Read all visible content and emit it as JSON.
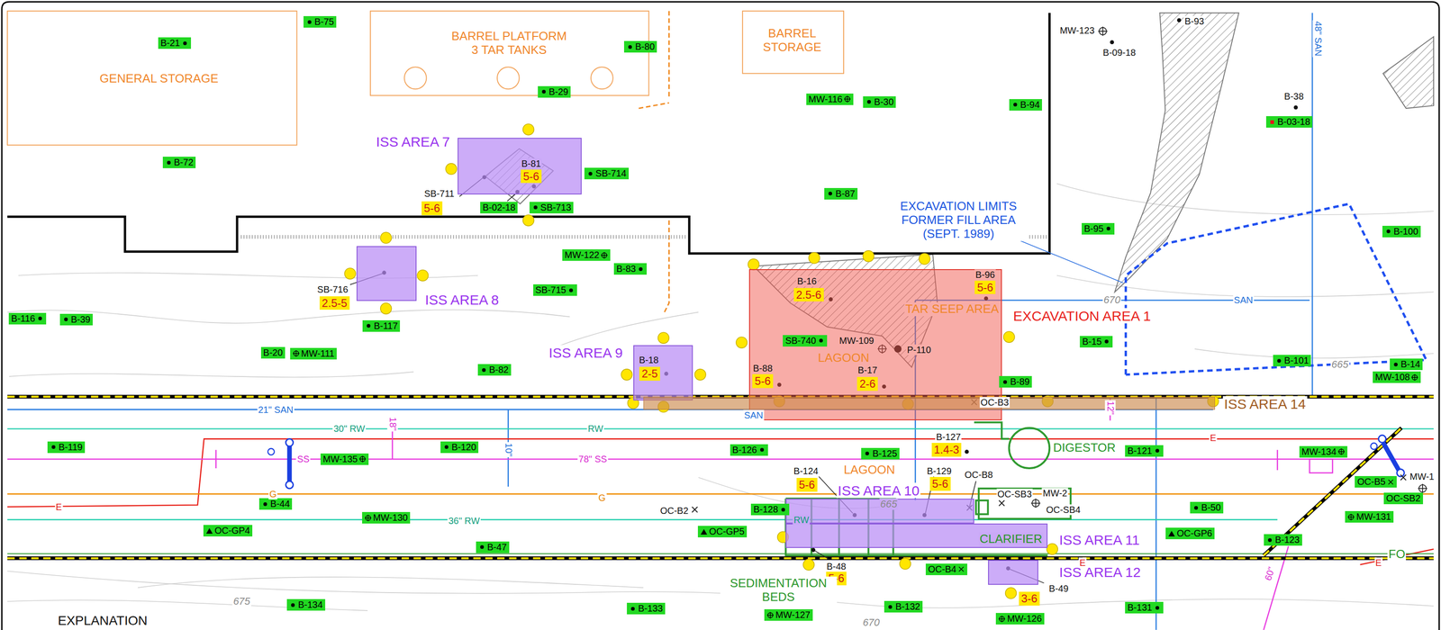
{
  "diagram": {
    "nodes": [
      {
        "text": [
          "B-75"
        ]
      },
      {
        "text": [
          "B-21"
        ]
      },
      {
        "text": [
          "B-80"
        ]
      },
      {
        "text": [
          "B-29"
        ]
      },
      {
        "text": [
          "MW-116"
        ]
      },
      {
        "text": [
          "B-30"
        ]
      },
      {
        "text": [
          "B-94"
        ]
      },
      {
        "text": [
          "B-03-18"
        ]
      },
      {
        "text": [
          "ISS AREA 7"
        ]
      },
      {
        "text": [
          "5-6"
        ],
        "in": 8
      },
      {
        "text": [
          "B-72"
        ]
      },
      {
        "text": [
          "SB-714"
        ]
      },
      {
        "text": [
          "B-87"
        ]
      },
      {
        "text": [
          "5-6"
        ]
      },
      {
        "text": [
          "B-02-18"
        ]
      },
      {
        "text": [
          "SB-713"
        ]
      },
      {
        "text": [
          "B-95"
        ]
      },
      {
        "text": [
          "B-100"
        ]
      },
      {
        "text": [
          "ISS AREA 8"
        ]
      },
      {
        "text": [
          "MW-122"
        ]
      },
      {
        "text": [
          "B-83"
        ]
      },
      {
        "text": [
          "EXCAVATION AREA 1"
        ]
      },
      {
        "text": [
          "2.5-6"
        ],
        "in": 21
      },
      {
        "text": [
          "5-6"
        ],
        "in": 21
      },
      {
        "text": [
          "SB-715"
        ]
      },
      {
        "text": [
          "2.5-5"
        ]
      },
      {
        "text": [
          "B-116"
        ]
      },
      {
        "text": [
          "B-39"
        ]
      },
      {
        "text": [
          "B-117"
        ]
      },
      {
        "text": [
          "SB-740"
        ],
        "in": 21
      },
      {
        "text": [
          "B-15"
        ]
      },
      {
        "text": [
          "ISS AREA 9"
        ]
      },
      {
        "text": [
          "2-5"
        ],
        "in": 31
      },
      {
        "text": [
          "B-20"
        ]
      },
      {
        "text": [
          "MW-111"
        ]
      },
      {
        "text": [
          "B-101"
        ]
      },
      {
        "text": [
          "B-14"
        ]
      },
      {
        "text": [
          "MW-108"
        ]
      },
      {
        "text": [
          "B-82"
        ]
      },
      {
        "text": [
          "5-6"
        ],
        "in": 21
      },
      {
        "text": [
          "2-6"
        ],
        "in": 21
      },
      {
        "text": [
          "B-89"
        ]
      },
      {
        "text": [
          "ISS AREA 14"
        ]
      },
      {
        "text": [
          "B-119"
        ]
      },
      {
        "text": [
          "B-120"
        ]
      },
      {
        "text": [
          "B-126"
        ]
      },
      {
        "text": [
          "MW-135"
        ]
      },
      {
        "text": [
          "1.4-3"
        ]
      },
      {
        "text": [
          "B-125"
        ]
      },
      {
        "text": [
          "B-121"
        ]
      },
      {
        "text": [
          "MW-134"
        ]
      },
      {
        "text": [
          "OC-B5"
        ]
      },
      {
        "text": [
          "ISS AREA 10"
        ]
      },
      {
        "text": [
          "OC-SB2"
        ]
      },
      {
        "text": [
          "B-44"
        ]
      },
      {
        "text": [
          "B-50"
        ]
      },
      {
        "text": [
          "B-128"
        ]
      },
      {
        "text": [
          "5-6"
        ]
      },
      {
        "text": [
          "5-6"
        ]
      },
      {
        "text": [
          "MW-130"
        ]
      },
      {
        "text": [
          "MW-131"
        ]
      },
      {
        "text": [
          "OC-GP4"
        ]
      },
      {
        "text": [
          "OC-GP5"
        ]
      },
      {
        "text": [
          "ISS AREA 11"
        ]
      },
      {
        "text": [
          "OC-GP6"
        ]
      },
      {
        "text": [
          "B-123"
        ]
      },
      {
        "text": [
          "B-47"
        ]
      },
      {
        "text": [
          "ISS AREA 12"
        ]
      },
      {
        "text": [
          "OC-B4"
        ]
      },
      {
        "text": [
          "5-6"
        ]
      },
      {
        "text": [
          "3-6"
        ]
      },
      {
        "text": [
          "B-134"
        ]
      },
      {
        "text": [
          "B-133"
        ]
      },
      {
        "text": [
          "B-132"
        ]
      },
      {
        "text": [
          "B-131"
        ]
      },
      {
        "text": [
          "MW-127"
        ]
      },
      {
        "text": [
          "MW-126"
        ]
      }
    ],
    "labels": [
      "GENERAL STORAGE",
      "BARREL PLATFORM 3 TAR TANKS",
      "BARREL STORAGE",
      "MW-123",
      "B-93",
      "B-09-18",
      "48\" SAN",
      "B-38",
      "B-81",
      "SB-711",
      "EXCAVATION LIMITS FORMER FILL AREA (SEPT. 1989)",
      "670",
      "SAN",
      "B-16",
      "B-96",
      "TAR SEEP AREA",
      "SB-716",
      "665",
      "MW-109",
      "P-110",
      "LAGOON",
      "B-18",
      "B-88",
      "B-17",
      "21\" SAN",
      "SAN",
      "OC-B3",
      "12\"",
      "30\" RW",
      "RW",
      "18\"",
      "10\"",
      "B-127",
      "E",
      "DIGESTOR",
      "SS",
      "78\" SS",
      "B-124",
      "B-129",
      "OC-B8",
      "LAGOON",
      "MW-1",
      "G",
      "G",
      "OC-SB3",
      "MW-2",
      "665",
      "E",
      "OC-SB4",
      "OC-B2",
      "36\" RW",
      "RW",
      "CLARIFIER",
      "E",
      "E",
      "FO",
      "B-48",
      "60\"",
      "B-49",
      "SEDIMENTATION BEDS",
      "675",
      "670",
      "EXPLANATION"
    ]
  }
}
